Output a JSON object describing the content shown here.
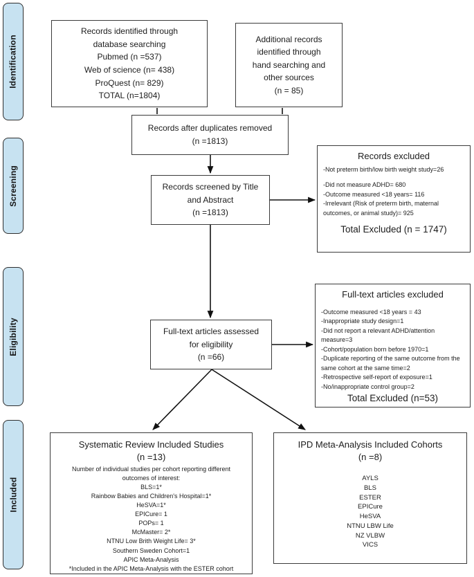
{
  "colors": {
    "sidebar_fill": "#c7e2f1",
    "box_border": "#3a3a3a",
    "arrow": "#111111",
    "background": "#ffffff"
  },
  "sidebar": {
    "stages": [
      {
        "label": "Identification"
      },
      {
        "label": "Screening"
      },
      {
        "label": "Eligibility"
      },
      {
        "label": "Included"
      }
    ]
  },
  "boxes": {
    "identified": {
      "lines": [
        "Records identified through",
        "database searching",
        "Pubmed (n =537)",
        "Web of science (n= 438)",
        "ProQuest (n= 829)",
        "TOTAL (n=1804)"
      ]
    },
    "additional": {
      "lines": [
        "Additional records",
        "identified through",
        "hand searching and",
        "other sources",
        "(n = 85)"
      ]
    },
    "duplicates": {
      "lines": [
        "Records after duplicates removed",
        "(n =1813)"
      ]
    },
    "screened": {
      "lines": [
        "Records screened by Title",
        "and Abstract",
        "(n =1813)"
      ]
    },
    "records_excluded": {
      "title": "Records excluded",
      "items": [
        "-Not preterm birth/low birth weight study=26",
        "",
        "-Did not measure ADHD= 680",
        "-Outcome measured <18 years= 116",
        "-Irrelevant (Risk of preterm birth, maternal outcomes, or animal study)= 925"
      ],
      "total": "Total Excluded (n = 1747)"
    },
    "fulltext": {
      "lines": [
        "Full-text articles assessed",
        "for eligibility",
        "(n =66)"
      ]
    },
    "fulltext_excluded": {
      "title": "Full-text articles excluded",
      "items": [
        "-Outcome measured <18 years = 43",
        "-Inappropriate study design=1",
        "-Did not report a relevant ADHD/attention measure=3",
        "-Cohort/population born before 1970=1",
        "-Duplicate reporting of the same outcome from the same cohort at the same time=2",
        "-Retrospective self-report of exposure=1",
        "-No/inappropriate control group=2"
      ],
      "total": "Total Excluded (n=53)"
    },
    "sr_included": {
      "title": "Systematic Review Included Studies",
      "count": "(n =13)",
      "lines": [
        "Number of individual studies per cohort reporting different",
        "outcomes of interest:",
        "BLS=1*",
        "Rainbow Babies and Children's Hospital=1*",
        "HeSVA=1*",
        "EPICure= 1",
        "POPs= 1",
        "McMaster= 2*",
        "NTNU Low Brith Weight Life= 3*",
        "Southern Sweden Cohort=1",
        "APIC Meta-Analysis",
        "*Included in the APIC Meta-Analysis with the ESTER cohort"
      ]
    },
    "ipd": {
      "title": "IPD Meta-Analysis Included Cohorts",
      "count": "(n =8)",
      "cohorts": [
        "AYLS",
        "BLS",
        "ESTER",
        "EPICure",
        "HeSVA",
        "NTNU LBW Life",
        "NZ VLBW",
        "VICS"
      ]
    }
  }
}
